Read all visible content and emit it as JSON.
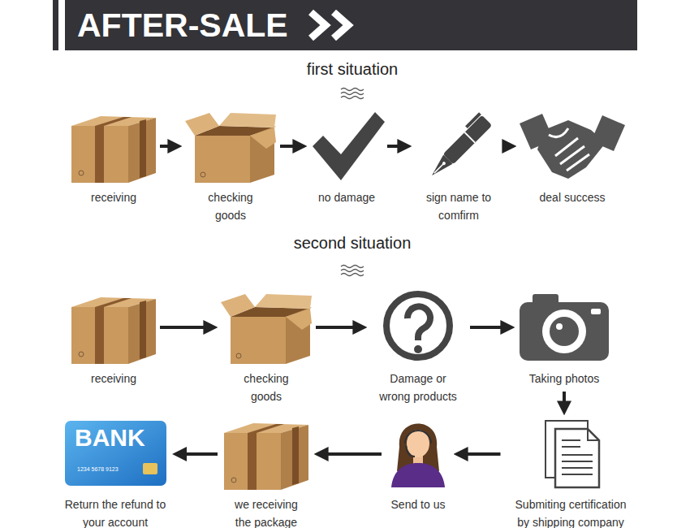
{
  "diagram": {
    "title": "AFTER-SALE",
    "nodes": [
      {
        "text": [
          "receiving"
        ]
      },
      {
        "text": [
          "checking goods"
        ]
      },
      {
        "text": [
          "no damage"
        ]
      },
      {
        "text": [
          "sign name to comfirm"
        ]
      },
      {
        "text": [
          "deal success"
        ]
      },
      {
        "text": [
          "receiving"
        ]
      },
      {
        "text": [
          "checking goods"
        ]
      },
      {
        "text": [
          "Damage or wrong products"
        ]
      },
      {
        "text": [
          "Taking photos"
        ]
      },
      {
        "text": [
          "Submiting certification by shipping company"
        ]
      },
      {
        "text": [
          "Send to us"
        ]
      },
      {
        "text": [
          "we receiving the package"
        ]
      },
      {
        "text": [
          "Return the refund to your account"
        ]
      }
    ],
    "edges": [
      {
        "from": 0,
        "to": 1,
        "arrow": "to"
      },
      {
        "from": 1,
        "to": 2,
        "arrow": "to"
      },
      {
        "from": 2,
        "to": 3,
        "arrow": "to"
      },
      {
        "from": 3,
        "to": 4,
        "arrow": "to"
      },
      {
        "from": 5,
        "to": 6,
        "arrow": "to"
      },
      {
        "from": 6,
        "to": 7,
        "arrow": "to"
      },
      {
        "from": 7,
        "to": 8,
        "arrow": "to"
      },
      {
        "from": 8,
        "to": 9,
        "arrow": "to"
      },
      {
        "from": 9,
        "to": 10,
        "arrow": "to"
      },
      {
        "from": 10,
        "to": 11,
        "arrow": "to"
      },
      {
        "from": 11,
        "to": 12,
        "arrow": "to"
      }
    ],
    "labels": [
      "first situation",
      "second situation",
      "BANK",
      "1234 5678 9123"
    ]
  }
}
